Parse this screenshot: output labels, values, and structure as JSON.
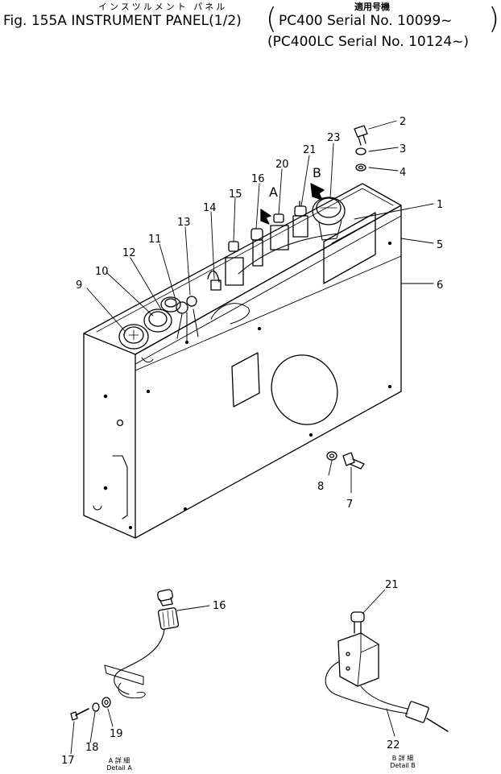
{
  "header": {
    "katakana_title": "インスツルメント パネル",
    "applicable_label": "適用号機",
    "figure_title": "Fig. 155A INSTRUMENT PANEL(1/2)",
    "model_line_1": "PC400   Serial No. 10099~",
    "model_line_2": "(PC400LC Serial No. 10124~)"
  },
  "callouts": {
    "c1": "1",
    "c2": "2",
    "c3": "3",
    "c4": "4",
    "c5": "5",
    "c6": "6",
    "c7": "7",
    "c8": "8",
    "c9": "9",
    "c10": "10",
    "c11": "11",
    "c12": "12",
    "c13": "13",
    "c14": "14",
    "c15": "15",
    "c16": "16",
    "c20": "20",
    "c21": "21",
    "c23": "23",
    "detail_a_16": "16",
    "detail_a_17": "17",
    "detail_a_18": "18",
    "detail_a_19": "19",
    "detail_b_21": "21",
    "detail_b_22": "22"
  },
  "view_arrows": {
    "a": "A",
    "b": "B"
  },
  "captions": {
    "detail_a_jp": "A 詳 細",
    "detail_a_en": "Detail A",
    "detail_b_jp": "B 詳 細",
    "detail_b_en": "Detail B"
  }
}
